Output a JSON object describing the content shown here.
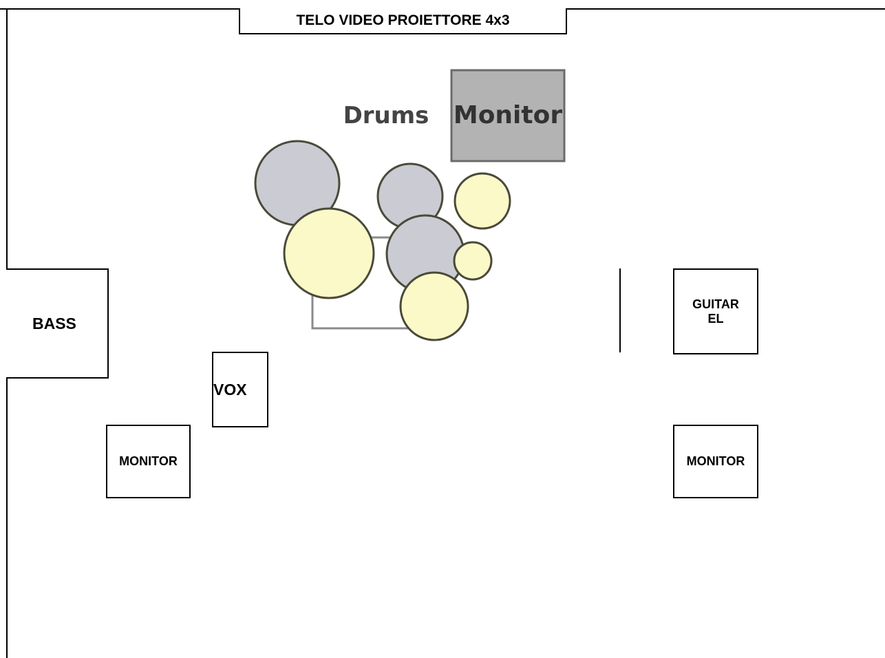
{
  "screen": {
    "label": "TELO VIDEO PROIETTORE 4x3"
  },
  "drums": {
    "label": "Drums",
    "monitor_label": "Monitor"
  },
  "bass": {
    "label": "BASS"
  },
  "vox": {
    "label": "VOX"
  },
  "guitar": {
    "label": "GUITAR\nEL"
  },
  "monitor_left": {
    "label": "MONITOR"
  },
  "monitor_right": {
    "label": "MONITOR"
  },
  "colors": {
    "line": "#000000",
    "drum_gray": "#cbcbd3",
    "drum_cream": "#fbf9c8",
    "drum_outline": "#4a4a3a",
    "monitor_fill": "#b3b3b3"
  }
}
